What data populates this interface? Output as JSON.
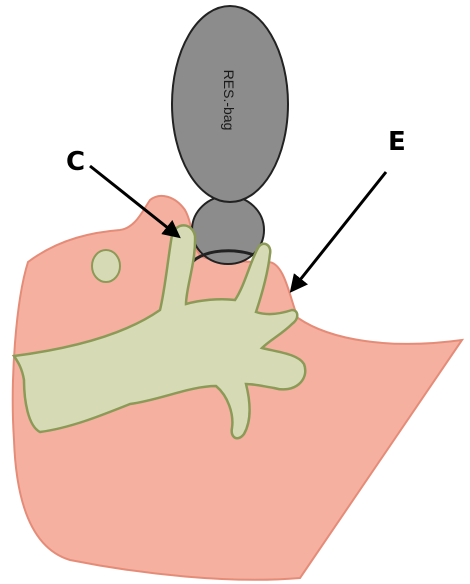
{
  "figure": {
    "labels": {
      "c": "C",
      "e": "E",
      "bag": "RES.-bag"
    },
    "colors": {
      "skin": "#f5b0a0",
      "skin_outline": "#e58c78",
      "glove": "#d6dbb5",
      "glove_outline": "#8c9a58",
      "bag": "#8c8c8c",
      "bag_outline": "#222222",
      "arrow": "#000000"
    }
  }
}
